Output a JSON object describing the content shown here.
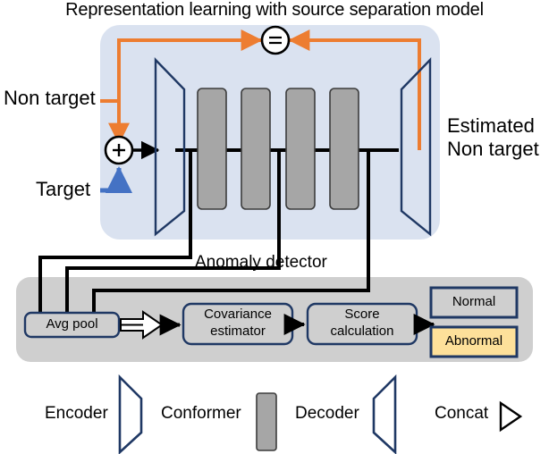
{
  "title": "Representation learning with source separation model",
  "colors": {
    "model_box_fill": "#dae2f0",
    "detector_box_fill": "#cfcfcf",
    "conformer_fill": "#a6a6a6",
    "outline_navy": "#1f3864",
    "orange": "#ED7D31",
    "blue_arrow": "#4472C4",
    "black": "#000000",
    "abnormal_fill": "#fde09a",
    "normal_fill": "#cfcfcf"
  },
  "model": {
    "equals_node_label": "=",
    "sum_node_label": "+",
    "inputs": {
      "non_target": "Non target",
      "target": "Target"
    },
    "output": {
      "line1": "Estimated",
      "line2": "Non target"
    },
    "encoder_name": "encoder",
    "conformer_count": 4,
    "decoder_name": "decoder"
  },
  "detector": {
    "title": "Anomaly detector",
    "blocks": [
      {
        "id": "avg-pool",
        "label": "Avg pool",
        "lines": [
          "Avg pool"
        ]
      },
      {
        "id": "covariance-estimator",
        "label": "Covariance estimator",
        "lines": [
          "Covariance",
          "estimator"
        ]
      },
      {
        "id": "score-calculation",
        "label": "Score calculation",
        "lines": [
          "Score",
          "calculation"
        ]
      }
    ],
    "outcomes": [
      {
        "id": "normal",
        "label": "Normal",
        "fill": "#cfcfcf"
      },
      {
        "id": "abnormal",
        "label": "Abnormal",
        "fill": "#fde09a"
      }
    ]
  },
  "legend": [
    {
      "id": "encoder",
      "label": "Encoder",
      "glyph": "encoder-trapezoid"
    },
    {
      "id": "conformer",
      "label": "Conformer",
      "glyph": "conformer-rect"
    },
    {
      "id": "decoder",
      "label": "Decoder",
      "glyph": "decoder-trapezoid"
    },
    {
      "id": "concat",
      "label": "Concat",
      "glyph": "concat-triangle"
    }
  ]
}
